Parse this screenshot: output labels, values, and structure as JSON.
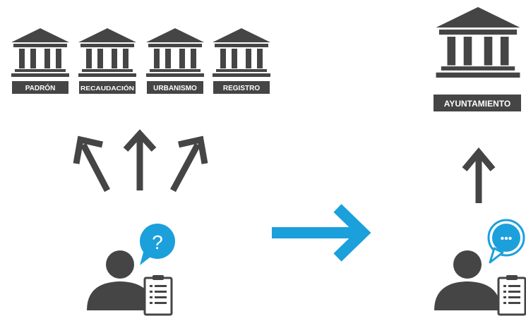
{
  "colors": {
    "dark": "#454545",
    "accent": "#1ba0dc",
    "label_text": "#ffffff",
    "background": "#ffffff"
  },
  "departments": [
    {
      "label": "PADRÓN",
      "icon": "building-icon"
    },
    {
      "label": "RECAUDACIÓN",
      "icon": "building-icon"
    },
    {
      "label": "URBANISMO",
      "icon": "building-icon"
    },
    {
      "label": "REGISTRO",
      "icon": "building-icon"
    }
  ],
  "city_hall": {
    "label": "AYUNTAMIENTO",
    "icon": "building-icon"
  },
  "citizen_left": {
    "bubble": "?",
    "icons": [
      "person-icon",
      "clipboard-icon",
      "question-bubble-icon"
    ]
  },
  "citizen_right": {
    "bubble": "•••",
    "icons": [
      "person-icon",
      "clipboard-icon",
      "chat-bubble-icon"
    ]
  },
  "arrows": [
    "arrow-up-left-icon",
    "arrow-up-icon",
    "arrow-up-right-icon",
    "arrow-right-icon",
    "arrow-up-icon"
  ]
}
